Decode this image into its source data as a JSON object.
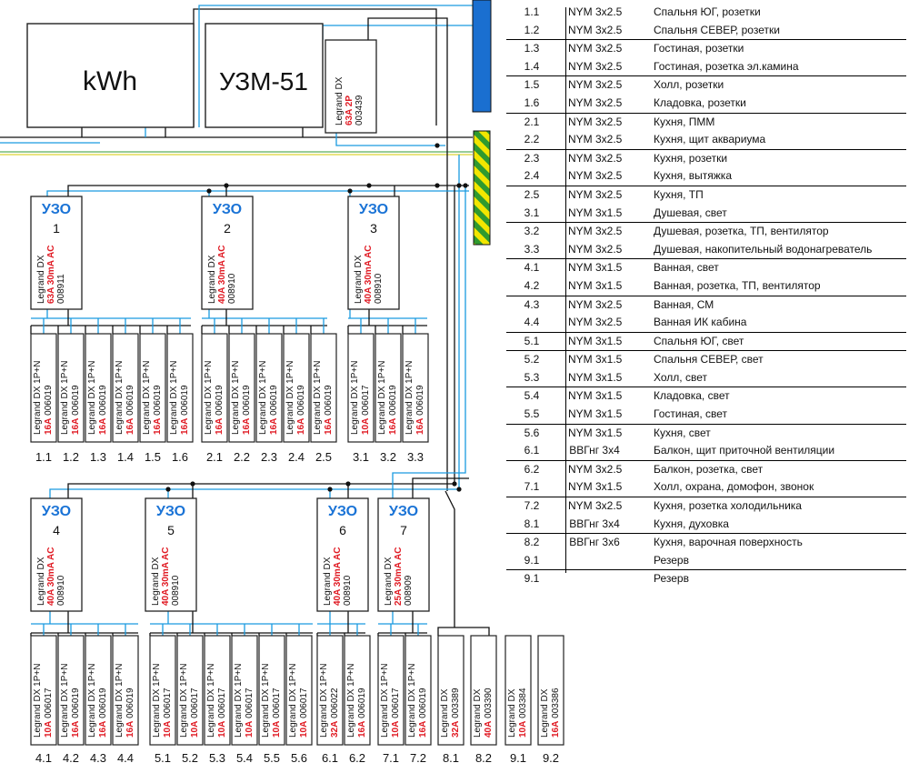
{
  "colors": {
    "wire_blue": "#1a9be0",
    "wire_black": "#111111",
    "rating_red": "#e01b24",
    "uzo_blue": "#1a73d6",
    "busbar_blue": "#1a6fd0",
    "pe_green": "#2f9a2f",
    "pe_yellow": "#f2e600"
  },
  "meter_label": "kWh",
  "uzm_label": "УЗМ-51",
  "main_breaker": {
    "lines": [
      "Legrand DX",
      "63A 2P",
      "003439"
    ]
  },
  "rcds": [
    {
      "title": "УЗО",
      "num": "1",
      "model": "Legrand DX",
      "rating": "63A 30mA AC",
      "code": "008911"
    },
    {
      "title": "УЗО",
      "num": "2",
      "model": "Legrand DX",
      "rating": "40A 30mA AC",
      "code": "008910"
    },
    {
      "title": "УЗО",
      "num": "3",
      "model": "Legrand DX",
      "rating": "40A 30mA AC",
      "code": "008910"
    },
    {
      "title": "УЗО",
      "num": "4",
      "model": "Legrand DX",
      "rating": "40A 30mA AC",
      "code": "008910"
    },
    {
      "title": "УЗО",
      "num": "5",
      "model": "Legrand DX",
      "rating": "40A 30mA AC",
      "code": "008910"
    },
    {
      "title": "УЗО",
      "num": "6",
      "model": "Legrand DX",
      "rating": "40A 30mA AC",
      "code": "008910"
    },
    {
      "title": "УЗО",
      "num": "7",
      "model": "Legrand DX",
      "rating": "25A 30mA AC",
      "code": "008909"
    }
  ],
  "breakers_top": [
    {
      "id": "1.1",
      "model": "Legrand DX 1P+N",
      "rating": "16A",
      "code": "006019"
    },
    {
      "id": "1.2",
      "model": "Legrand DX 1P+N",
      "rating": "16A",
      "code": "006019"
    },
    {
      "id": "1.3",
      "model": "Legrand DX 1P+N",
      "rating": "16A",
      "code": "006019"
    },
    {
      "id": "1.4",
      "model": "Legrand DX 1P+N",
      "rating": "16A",
      "code": "006019"
    },
    {
      "id": "1.5",
      "model": "Legrand DX 1P+N",
      "rating": "16A",
      "code": "006019"
    },
    {
      "id": "1.6",
      "model": "Legrand DX 1P+N",
      "rating": "16A",
      "code": "006019"
    },
    {
      "id": "2.1",
      "model": "Legrand DX 1P+N",
      "rating": "16A",
      "code": "006019"
    },
    {
      "id": "2.2",
      "model": "Legrand DX 1P+N",
      "rating": "16A",
      "code": "006019"
    },
    {
      "id": "2.3",
      "model": "Legrand DX 1P+N",
      "rating": "16A",
      "code": "006019"
    },
    {
      "id": "2.4",
      "model": "Legrand DX 1P+N",
      "rating": "16A",
      "code": "006019"
    },
    {
      "id": "2.5",
      "model": "Legrand DX 1P+N",
      "rating": "16A",
      "code": "006019"
    },
    {
      "id": "3.1",
      "model": "Legrand DX 1P+N",
      "rating": "10A",
      "code": "006017"
    },
    {
      "id": "3.2",
      "model": "Legrand DX 1P+N",
      "rating": "16A",
      "code": "006019"
    },
    {
      "id": "3.3",
      "model": "Legrand DX 1P+N",
      "rating": "16A",
      "code": "006019"
    }
  ],
  "breakers_bottom": [
    {
      "id": "4.1",
      "model": "Legrand DX 1P+N",
      "rating": "10A",
      "code": "006017"
    },
    {
      "id": "4.2",
      "model": "Legrand DX 1P+N",
      "rating": "16A",
      "code": "006019"
    },
    {
      "id": "4.3",
      "model": "Legrand DX 1P+N",
      "rating": "16A",
      "code": "006019"
    },
    {
      "id": "4.4",
      "model": "Legrand DX 1P+N",
      "rating": "16A",
      "code": "006019"
    },
    {
      "id": "5.1",
      "model": "Legrand DX 1P+N",
      "rating": "10A",
      "code": "006017"
    },
    {
      "id": "5.2",
      "model": "Legrand DX 1P+N",
      "rating": "10A",
      "code": "006017"
    },
    {
      "id": "5.3",
      "model": "Legrand DX 1P+N",
      "rating": "10A",
      "code": "006017"
    },
    {
      "id": "5.4",
      "model": "Legrand DX 1P+N",
      "rating": "10A",
      "code": "006017"
    },
    {
      "id": "5.5",
      "model": "Legrand DX 1P+N",
      "rating": "10A",
      "code": "006017"
    },
    {
      "id": "5.6",
      "model": "Legrand DX 1P+N",
      "rating": "10A",
      "code": "006017"
    },
    {
      "id": "6.1",
      "model": "Legrand DX 1P+N",
      "rating": "32A",
      "code": "006022"
    },
    {
      "id": "6.2",
      "model": "Legrand DX 1P+N",
      "rating": "16A",
      "code": "006019"
    },
    {
      "id": "7.1",
      "model": "Legrand DX 1P+N",
      "rating": "10A",
      "code": "006017"
    },
    {
      "id": "7.2",
      "model": "Legrand DX 1P+N",
      "rating": "16A",
      "code": "006019"
    },
    {
      "id": "8.1",
      "model": "Legrand DX",
      "rating": "32A",
      "code": "003389"
    },
    {
      "id": "8.2",
      "model": "Legrand DX",
      "rating": "40A",
      "code": "003390"
    },
    {
      "id": "9.1",
      "model": "Legrand DX",
      "rating": "10A",
      "code": "003384"
    },
    {
      "id": "9.2",
      "model": "Legrand DX",
      "rating": "16A",
      "code": "003386"
    }
  ],
  "legend": [
    {
      "id": "1.1",
      "cable": "NYM 3x2.5",
      "desc": "Спальня ЮГ, розетки",
      "sep": false
    },
    {
      "id": "1.2",
      "cable": "NYM 3x2.5",
      "desc": "Спальня СЕВЕР, розетки",
      "sep": false
    },
    {
      "id": "1.3",
      "cable": "NYM 3x2.5",
      "desc": "Гостиная, розетки",
      "sep": true
    },
    {
      "id": "1.4",
      "cable": "NYM 3x2.5",
      "desc": "Гостиная, розетка эл.камина",
      "sep": false
    },
    {
      "id": "1.5",
      "cable": "NYM 3x2.5",
      "desc": "Холл, розетки",
      "sep": true
    },
    {
      "id": "1.6",
      "cable": "NYM 3x2.5",
      "desc": "Кладовка, розетки",
      "sep": false
    },
    {
      "id": "2.1",
      "cable": "NYM 3x2.5",
      "desc": "Кухня, ПММ",
      "sep": true
    },
    {
      "id": "2.2",
      "cable": "NYM 3x2.5",
      "desc": "Кухня, щит аквариума",
      "sep": false
    },
    {
      "id": "2.3",
      "cable": "NYM 3x2.5",
      "desc": "Кухня, розетки",
      "sep": true
    },
    {
      "id": "2.4",
      "cable": "NYM 3x2.5",
      "desc": "Кухня, вытяжка",
      "sep": false
    },
    {
      "id": "2.5",
      "cable": "NYM 3x2.5",
      "desc": "Кухня, ТП",
      "sep": true
    },
    {
      "id": "3.1",
      "cable": "NYM 3x1.5",
      "desc": "Душевая, свет",
      "sep": false
    },
    {
      "id": "3.2",
      "cable": "NYM 3x2.5",
      "desc": "Душевая, розетка, ТП, вентилятор",
      "sep": true
    },
    {
      "id": "3.3",
      "cable": "NYM 3x2.5",
      "desc": "Душевая, накопительный водонагреватель",
      "sep": false
    },
    {
      "id": "4.1",
      "cable": "NYM 3x1.5",
      "desc": "Ванная, свет",
      "sep": true
    },
    {
      "id": "4.2",
      "cable": "NYM 3x1.5",
      "desc": "Ванная, розетка, ТП, вентилятор",
      "sep": false
    },
    {
      "id": "4.3",
      "cable": "NYM 3x2.5",
      "desc": "Ванная, СМ",
      "sep": true
    },
    {
      "id": "4.4",
      "cable": "NYM 3x2.5",
      "desc": "Ванная ИК кабина",
      "sep": false
    },
    {
      "id": "5.1",
      "cable": "NYM 3x1.5",
      "desc": "Спальня ЮГ, свет",
      "sep": true
    },
    {
      "id": "5.2",
      "cable": "NYM 3x1.5",
      "desc": "Спальня СЕВЕР, свет",
      "sep": true
    },
    {
      "id": "5.3",
      "cable": "NYM 3x1.5",
      "desc": "Холл, свет",
      "sep": false
    },
    {
      "id": "5.4",
      "cable": "NYM 3x1.5",
      "desc": "Кладовка, свет",
      "sep": true
    },
    {
      "id": "5.5",
      "cable": "NYM 3x1.5",
      "desc": "Гостиная, свет",
      "sep": false
    },
    {
      "id": "5.6",
      "cable": "NYM 3x1.5",
      "desc": "Кухня, свет",
      "sep": true
    },
    {
      "id": "6.1",
      "cable": "ВВГнг 3х4",
      "desc": "Балкон, щит приточной вентиляции",
      "sep": false
    },
    {
      "id": "6.2",
      "cable": "NYM 3x2.5",
      "desc": "Балкон, розетка, свет",
      "sep": true
    },
    {
      "id": "7.1",
      "cable": "NYM 3x1.5",
      "desc": "Холл, охрана,  домофон, звонок",
      "sep": false
    },
    {
      "id": "7.2",
      "cable": "NYM 3x2.5",
      "desc": "Кухня, розетка холодильника",
      "sep": true
    },
    {
      "id": "8.1",
      "cable": "ВВГнг 3х4",
      "desc": "Кухня, духовка",
      "sep": false
    },
    {
      "id": "8.2",
      "cable": "ВВГнг 3х6",
      "desc": "Кухня, варочная поверхность",
      "sep": true
    },
    {
      "id": "9.1",
      "cable": "",
      "desc": "Резерв",
      "sep": false
    },
    {
      "id": "9.1",
      "cable": "",
      "desc": "Резерв",
      "sep": true
    }
  ]
}
